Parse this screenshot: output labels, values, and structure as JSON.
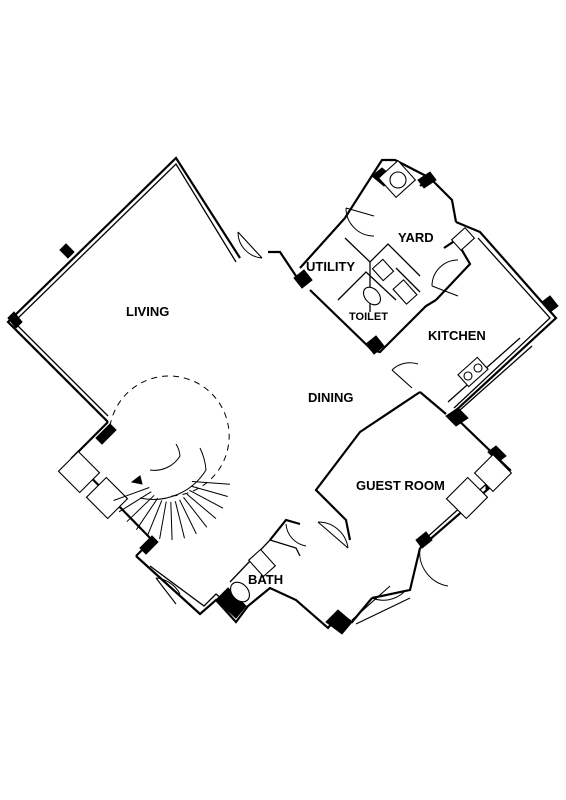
{
  "rooms": {
    "living": "LIVING",
    "dining": "DINING",
    "utility": "UTILITY",
    "yard": "YARD",
    "toilet": "TOILET",
    "kitchen": "KITCHEN",
    "guest_room": "GUEST ROOM",
    "bath": "BATH"
  }
}
